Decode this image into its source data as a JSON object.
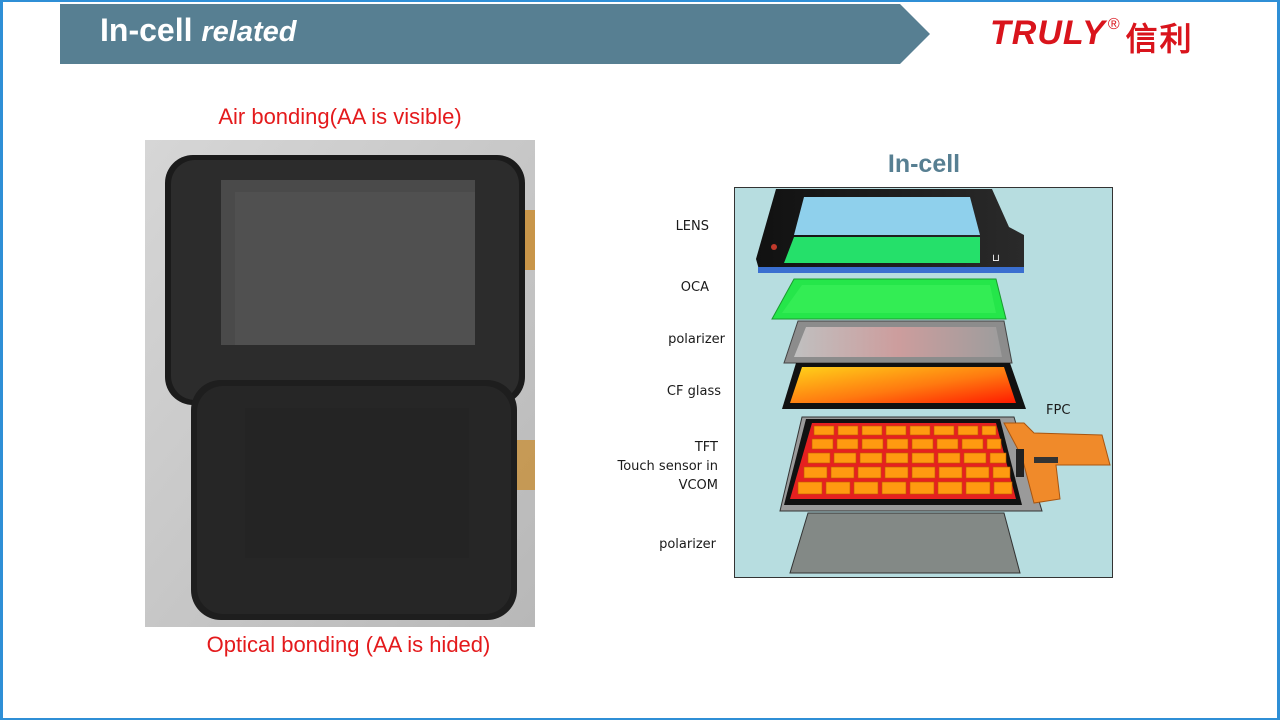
{
  "header": {
    "title_main": "In-cell",
    "title_sub": "related",
    "banner_color": "#577f92"
  },
  "logo": {
    "brand": "TRULY",
    "registered": "®",
    "chinese": "信利",
    "color": "#d9141c"
  },
  "left": {
    "top_caption": "Air bonding(AA is visible)",
    "bottom_caption": "Optical bonding (AA is hided)",
    "caption_color": "#e41a1c"
  },
  "diagram": {
    "title": "In-cell",
    "labels": {
      "lens": "LENS",
      "oca": "OCA",
      "polarizer_top": "polarizer",
      "cf_glass": "CF glass",
      "fpc": "FPC",
      "tft_line1": "TFT",
      "tft_line2": "Touch sensor in",
      "tft_line3": "VCOM",
      "polarizer_bottom": "polarizer"
    }
  }
}
